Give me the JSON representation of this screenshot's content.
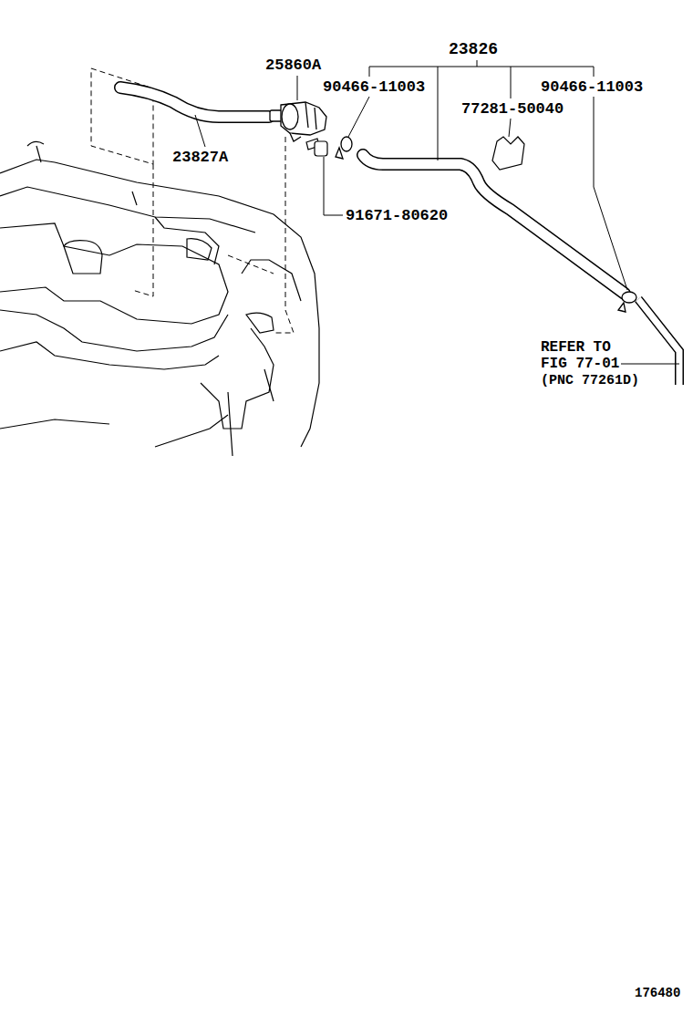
{
  "diagram": {
    "labels": [
      "23826",
      "25860A",
      "90466-11003",
      "90466-11003",
      "77281-50040",
      "23827A",
      "91671-80620",
      "REFER TO",
      "FIG 77-01",
      "(PNC 77261D)",
      "176480"
    ]
  }
}
